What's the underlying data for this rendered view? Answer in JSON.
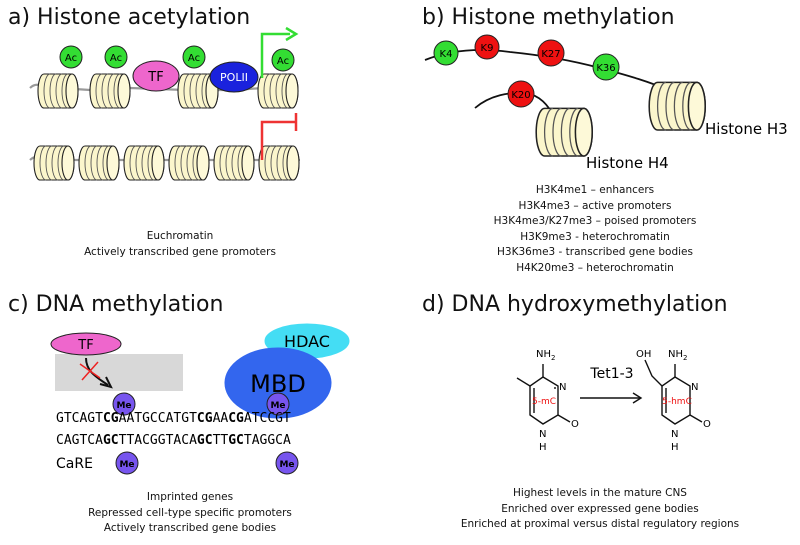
{
  "panel_a": {
    "title": "a) Histone acetylation",
    "ac_label": "Ac",
    "tf_label": "TF",
    "pol_label": "POLII",
    "caption": [
      "Euchromatin",
      "Actively transcribed gene promoters"
    ]
  },
  "panel_b": {
    "title": "b) Histone methylation",
    "marks": [
      "K4",
      "K9",
      "K27",
      "K36",
      "K20"
    ],
    "h3_label": "Histone H3",
    "h4_label": "Histone H4",
    "caption": [
      "H3K4me1 – enhancers",
      "H3K4me3 – active promoters",
      "H3K4me3/K27me3 – poised promoters",
      "H3K9me3 - heterochromatin",
      "H3K36me3 - transcribed gene bodies",
      "H4K20me3 – heterochromatin"
    ]
  },
  "panel_c": {
    "title": "c) DNA methylation",
    "tf_label": "TF",
    "hdac_label": "HDAC",
    "mbd_label": "MBD",
    "me_label": "Me",
    "seq_top": [
      "GTCAGT",
      "CG",
      "AATGCCATGT",
      "CG",
      "AA",
      "CG",
      "ATCCGT"
    ],
    "seq_bottom": [
      "CAGTCA",
      "GC",
      "TTACGGTACA",
      "GC",
      "TT",
      "GC",
      "TAGGCA"
    ],
    "care_label": "CaRE",
    "caption": [
      "Imprinted genes",
      "Repressed cell-type specific promoters",
      "Actively transcribed gene bodies"
    ]
  },
  "panel_d": {
    "title": "d) DNA hydroxymethylation",
    "enzyme_label": "Tet1-3",
    "left_label": "5-mC",
    "right_label": "5-hmC",
    "nh2": "NH",
    "nh2_sub": "2",
    "oh": "OH",
    "n": "N",
    "o": "O",
    "h": "H",
    "caption": [
      "Highest levels in the mature CNS",
      "Enriched over expressed gene bodies",
      "Enriched at proximal versus distal regulatory regions"
    ]
  }
}
